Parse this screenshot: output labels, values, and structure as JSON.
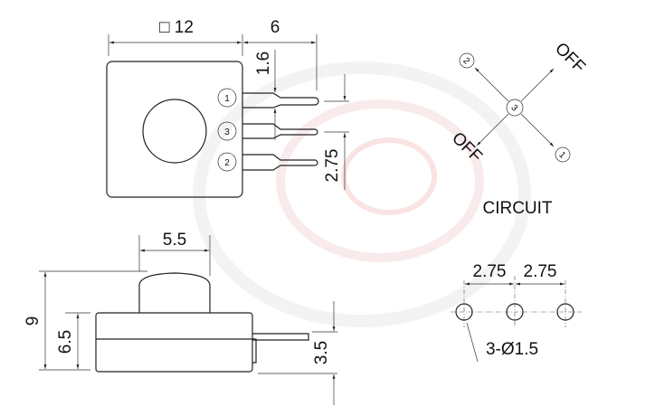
{
  "top_view": {
    "width_label": "□ 12",
    "pin_length_label": "6",
    "pin_width_label": "1.6",
    "pin_pitch_label": "2.75",
    "pins": [
      "1",
      "3",
      "2"
    ]
  },
  "side_view": {
    "knob_width_label": "5.5",
    "total_height_label": "9",
    "body_height_label": "6.5",
    "pin_height_label": "3.5"
  },
  "circuit": {
    "title": "CIRCUIT",
    "center_pin": "3",
    "pin_top_left": "2",
    "pin_bottom_right": "1",
    "off_top_right": "OFF",
    "off_bottom_left": "OFF"
  },
  "hole_pattern": {
    "pitch_left_label": "2.75",
    "pitch_right_label": "2.75",
    "hole_label": "3-Ø1.5"
  },
  "colors": {
    "line": "#222222",
    "watermark": "#e8b4b4"
  }
}
